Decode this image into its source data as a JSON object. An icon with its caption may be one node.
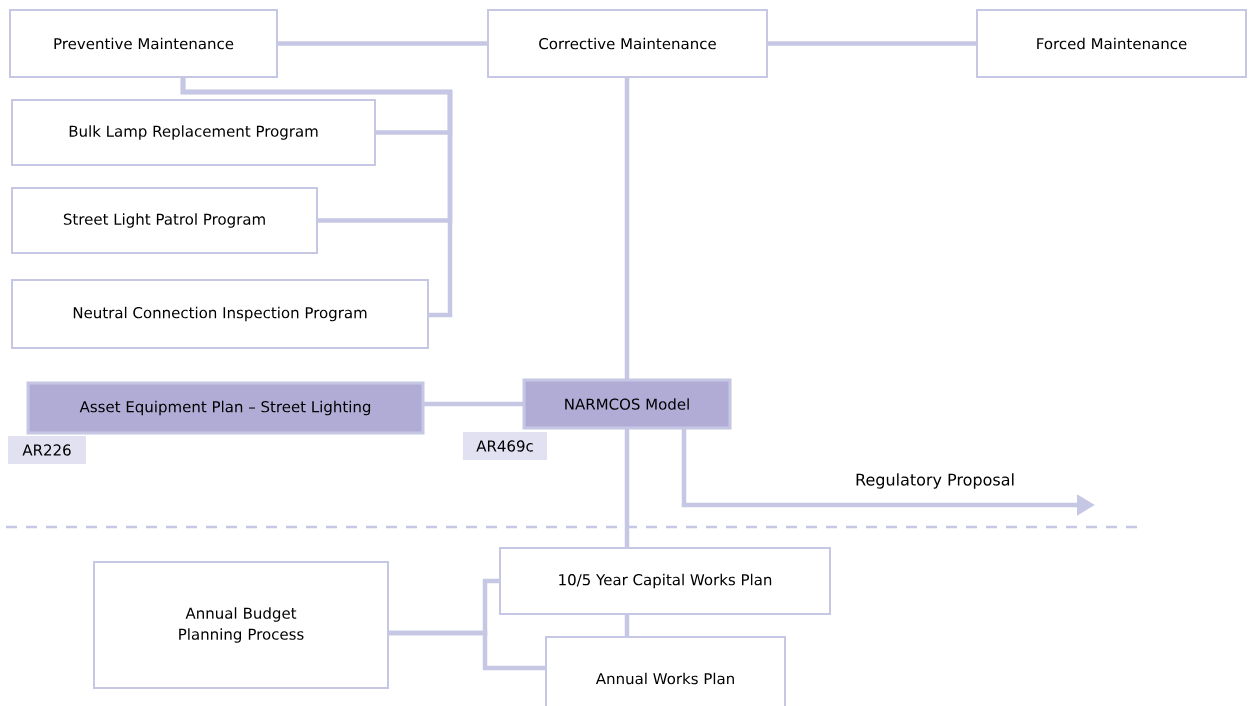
{
  "diagram": {
    "nodes": [
      {
        "text": [
          "Preventive Maintenance"
        ]
      },
      {
        "text": [
          "Corrective Maintenance"
        ]
      },
      {
        "text": [
          "Forced Maintenance"
        ]
      },
      {
        "text": [
          "Bulk Lamp Replacement Program"
        ]
      },
      {
        "text": [
          "Street Light Patrol Program"
        ]
      },
      {
        "text": [
          "Neutral Connection Inspection Program"
        ]
      },
      {
        "text": [
          "Asset Equipment Plan – Street Lighting"
        ],
        "beside": [
          "AR226"
        ]
      },
      {
        "text": [
          "NARMCOS Model"
        ],
        "beside": [
          "AR469c"
        ]
      },
      {
        "text": [
          "Annual Budget Planning Process"
        ]
      },
      {
        "text": [
          "10/5 Year Capital Works Plan"
        ]
      },
      {
        "text": [
          "Annual Works Plan"
        ]
      }
    ],
    "edges": [
      {
        "from": 0,
        "to": 1,
        "arrow": "none"
      },
      {
        "from": 1,
        "to": 2,
        "arrow": "none"
      },
      {
        "from": 0,
        "to": 3,
        "arrow": "none"
      },
      {
        "from": 0,
        "to": 4,
        "arrow": "none"
      },
      {
        "from": 0,
        "to": 5,
        "arrow": "none"
      },
      {
        "from": 1,
        "to": 7,
        "arrow": "none"
      },
      {
        "from": 6,
        "to": 7,
        "arrow": "none"
      },
      {
        "from": 7,
        "to": null,
        "arrow": "to",
        "label": "Regulatory Proposal"
      },
      {
        "from": 7,
        "to": 9,
        "arrow": "none"
      },
      {
        "from": 9,
        "to": 10,
        "arrow": "none"
      },
      {
        "from": 8,
        "to": 9,
        "arrow": "none"
      },
      {
        "from": 8,
        "to": 10,
        "arrow": "none"
      }
    ]
  }
}
